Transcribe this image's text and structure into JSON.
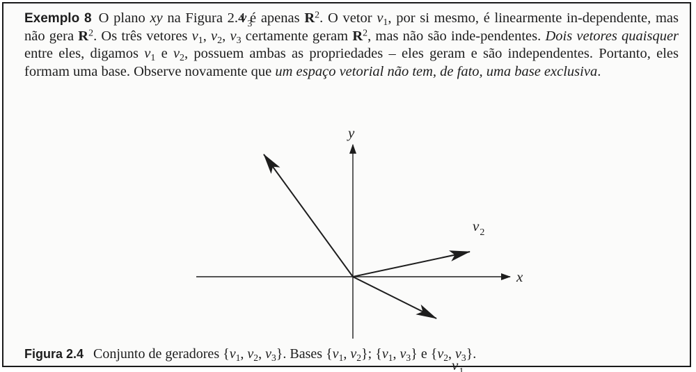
{
  "example": {
    "label": "Exemplo 8",
    "t1": "O plano ",
    "xy": "xy",
    "t2": " na Figura 2.4 é apenas ",
    "R": "R",
    "exp": "2",
    "t3": ". O vetor ",
    "t4": ", por si mesmo, é linearmente in-dependente, mas não gera ",
    "t5": ". Os três vetores ",
    "t6": " certamente geram ",
    "t7": ", mas não são inde-pendentes. ",
    "em1": "Dois vetores quaisquer",
    "t8": " entre eles, digamos ",
    "e": " e ",
    "t9": ", possuem ambas as propriedades – eles geram e são independentes. Portanto, eles formam uma base. Observe novamente que ",
    "em2": "um espaço vetorial não tem, de fato, uma base exclusiva",
    "t10": "."
  },
  "math": {
    "v": "v",
    "s1": "1",
    "s2": "2",
    "s3": "3",
    "comma": ", ",
    "lbrace": "{",
    "rbrace": "}",
    "semi": "; ",
    "e": " e "
  },
  "figure": {
    "x_axis_label": "x",
    "y_axis_label": "y",
    "vectors": [
      {
        "name": "v",
        "sub": "1",
        "dx": 3.0,
        "dy": -1.5
      },
      {
        "name": "v",
        "sub": "2",
        "dx": 4.2,
        "dy": 0.9
      },
      {
        "name": "v",
        "sub": "3",
        "dx": -3.2,
        "dy": 4.4
      }
    ]
  },
  "caption": {
    "label": "Figura 2.4",
    "t1": "Conjunto de geradores ",
    "t2": ". Bases ",
    "t3": "."
  }
}
